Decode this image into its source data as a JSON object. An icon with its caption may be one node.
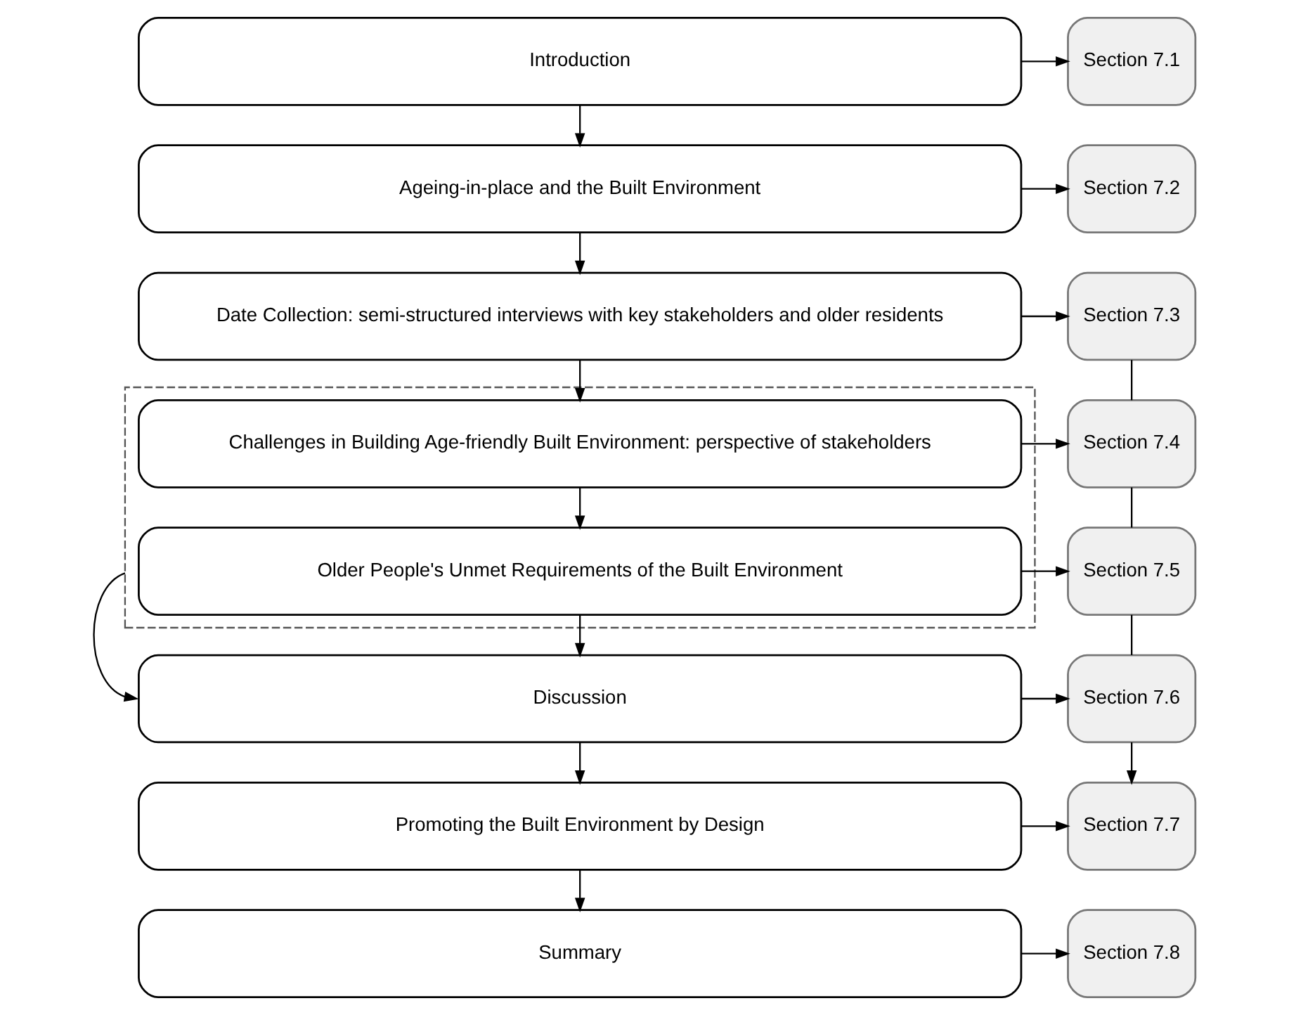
{
  "diagram": {
    "nodes": [
      {
        "text": [
          "Introduction"
        ]
      },
      {
        "text": [
          "Section 7.1"
        ]
      },
      {
        "text": [
          "Ageing-in-place and the Built Environment"
        ]
      },
      {
        "text": [
          "Section 7.2"
        ]
      },
      {
        "text": [
          "Date Collection: semi-structured interviews with key stakeholders and older residents"
        ]
      },
      {
        "text": [
          "Section 7.3"
        ]
      },
      {
        "text": [],
        "shape": "box"
      },
      {
        "text": [
          "Challenges in Building Age-friendly Built Environment: perspective of stakeholders"
        ],
        "in": 6
      },
      {
        "text": [
          "Section 7.4"
        ]
      },
      {
        "text": [
          "Older People's Unmet Requirements of the Built Environment"
        ],
        "in": 6
      },
      {
        "text": [
          "Section 7.5"
        ]
      },
      {
        "text": [
          "Discussion"
        ]
      },
      {
        "text": [
          "Section 7.6"
        ]
      },
      {
        "text": [
          "Promoting the Built Environment by Design"
        ]
      },
      {
        "text": [
          "Section 7.7"
        ]
      },
      {
        "text": [
          "Summary"
        ]
      },
      {
        "text": [
          "Section 7.8"
        ]
      }
    ],
    "edges": [
      {
        "from": 0,
        "to": 2,
        "arrow": "to"
      },
      {
        "from": 2,
        "to": 4,
        "arrow": "to"
      },
      {
        "from": 4,
        "to": 7,
        "arrow": "to"
      },
      {
        "from": 7,
        "to": 9,
        "arrow": "to"
      },
      {
        "from": 9,
        "to": 11,
        "arrow": "to"
      },
      {
        "from": 11,
        "to": 13,
        "arrow": "to"
      },
      {
        "from": 13,
        "to": 15,
        "arrow": "to"
      },
      {
        "from": 0,
        "to": 1,
        "arrow": "to"
      },
      {
        "from": 2,
        "to": 3,
        "arrow": "to"
      },
      {
        "from": 4,
        "to": 5,
        "arrow": "to"
      },
      {
        "from": 7,
        "to": 8,
        "arrow": "to"
      },
      {
        "from": 9,
        "to": 10,
        "arrow": "to"
      },
      {
        "from": 11,
        "to": 12,
        "arrow": "to"
      },
      {
        "from": 13,
        "to": 14,
        "arrow": "to"
      },
      {
        "from": 15,
        "to": 16,
        "arrow": "to"
      },
      {
        "from": 5,
        "to": 8,
        "arrow": "none"
      },
      {
        "from": 8,
        "to": 10,
        "arrow": "none"
      },
      {
        "from": 10,
        "to": 12,
        "arrow": "none"
      },
      {
        "from": 12,
        "to": 14,
        "arrow": "to"
      },
      {
        "from": 6,
        "to": 11,
        "arrow": "to"
      }
    ]
  }
}
